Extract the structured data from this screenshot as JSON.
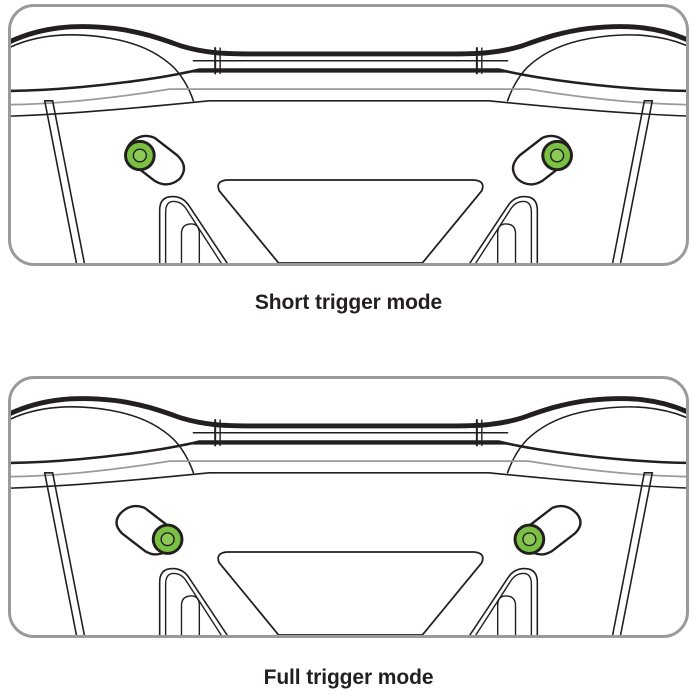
{
  "figure": {
    "type": "instruction-diagram",
    "subject": "game controller rear trigger switch positions",
    "background_color": "#ffffff",
    "panel_border_color": "#9a9a9a",
    "line_color": "#231f20",
    "accent_green": "#7ac143",
    "accent_green_light": "#8cc957",
    "text_color": "#231f20"
  },
  "panels": [
    {
      "id": "short-trigger",
      "caption": "Short trigger mode",
      "switches": [
        {
          "side": "left",
          "state": "back",
          "knob_position": "outer"
        },
        {
          "side": "right",
          "state": "back",
          "knob_position": "outer"
        }
      ]
    },
    {
      "id": "full-trigger",
      "caption": "Full trigger mode",
      "switches": [
        {
          "side": "left",
          "state": "forward",
          "knob_position": "inner"
        },
        {
          "side": "right",
          "state": "forward",
          "knob_position": "inner"
        }
      ]
    }
  ],
  "captions": {
    "short": "Short trigger mode",
    "full": "Full trigger mode"
  }
}
